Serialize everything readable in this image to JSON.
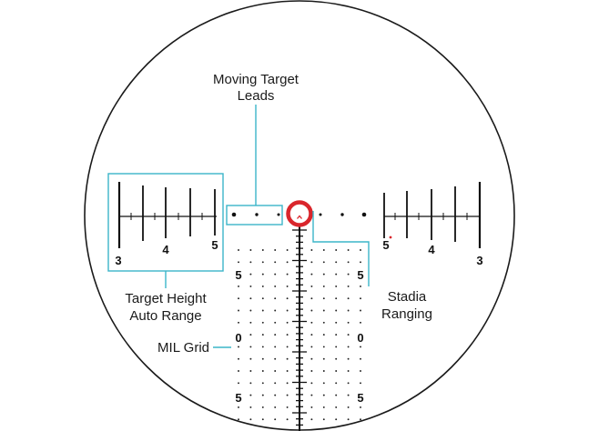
{
  "callouts": {
    "moving_target_leads": [
      "Moving Target",
      "Leads"
    ],
    "target_height_auto_range": [
      "Target Height",
      "Auto Range"
    ],
    "mil_grid": "MIL Grid",
    "stadia_ranging": [
      "Stadia",
      "Ranging"
    ]
  },
  "range_scale": {
    "left_numbers": [
      "3",
      "4",
      "5"
    ],
    "right_numbers": [
      "5",
      "4",
      "3"
    ]
  },
  "grid_labels": {
    "left": [
      "5",
      "0",
      "5"
    ],
    "right": [
      "5",
      "0",
      "5"
    ]
  },
  "colors": {
    "callout_line": "#3bb5c9",
    "aim_ring": "#d9262c",
    "reticle": "#111111",
    "scope_outline": "#1a1a1a"
  },
  "icons": {
    "center_aim_point": "red-circle-chevron",
    "lead_dots": "dot"
  }
}
